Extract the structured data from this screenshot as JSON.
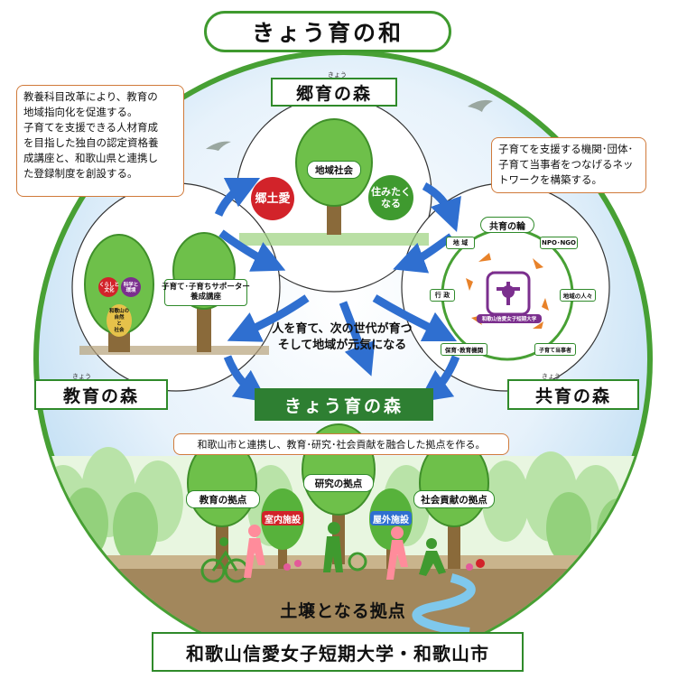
{
  "title": "きょう育の和",
  "forests": {
    "kyoiku_top": {
      "label": "郷育の森",
      "ruby": "きょう"
    },
    "kyoiku_left": {
      "label": "教育の森",
      "ruby": "きょう"
    },
    "kyoiku_right": {
      "label": "共育の森",
      "ruby": "きょう"
    },
    "center": {
      "label": "きょう育の森"
    }
  },
  "callouts": {
    "left": [
      "教養科目改革により、教育の",
      "地域指向化を促進する。",
      "子育てを支援できる人材育成",
      "を目指した独自の認定資格養",
      "成講座と、和歌山県と連携し",
      "た登録制度を創設する。"
    ],
    "right": [
      "子育てを支援する機関･団体･",
      "子育て当事者をつなげるネッ",
      "トワークを構築する。"
    ],
    "center": "和歌山市と連携し、教育･研究･社会貢献を融合した拠点を作る。"
  },
  "top_circle": {
    "tree_label": "地域社会",
    "red_circle": "郷土愛",
    "green_circle": [
      "住みたく",
      "なる"
    ]
  },
  "left_circle": {
    "sign": [
      "子育て･子育ちサポーター",
      "養成講座"
    ],
    "tree_small_left": [
      "くらしと",
      "文化"
    ],
    "tree_small_right": [
      "科学と",
      "環境"
    ],
    "tree_trunk": [
      "和歌山の",
      "自然",
      "と",
      "社会"
    ]
  },
  "right_circle": {
    "ring_label": "共育の輪",
    "nodes": [
      "地 域",
      "NPO･NGO",
      "行 政",
      "地域の人々",
      "保育･教育機関",
      "子育て当事者"
    ],
    "hub": "和歌山信愛女子短期大学"
  },
  "center_text": [
    "人を育て、次の世代が育つ",
    "そして地域が元気になる"
  ],
  "bases": {
    "education": "教育の拠点",
    "research": "研究の拠点",
    "social": "社会貢献の拠点",
    "indoor": "室内施設",
    "outdoor": "屋外施設"
  },
  "foundation": "土壌となる拠点",
  "bottom": "和歌山信愛女子短期大学・和歌山市",
  "colors": {
    "green": "#3f9a2f",
    "dark_green": "#2e7f32",
    "blue_arrow": "#2f6fd0",
    "red": "#d2232a",
    "purple": "#7b2f8e",
    "orange": "#e8822a",
    "pink": "#ff8c9b"
  }
}
